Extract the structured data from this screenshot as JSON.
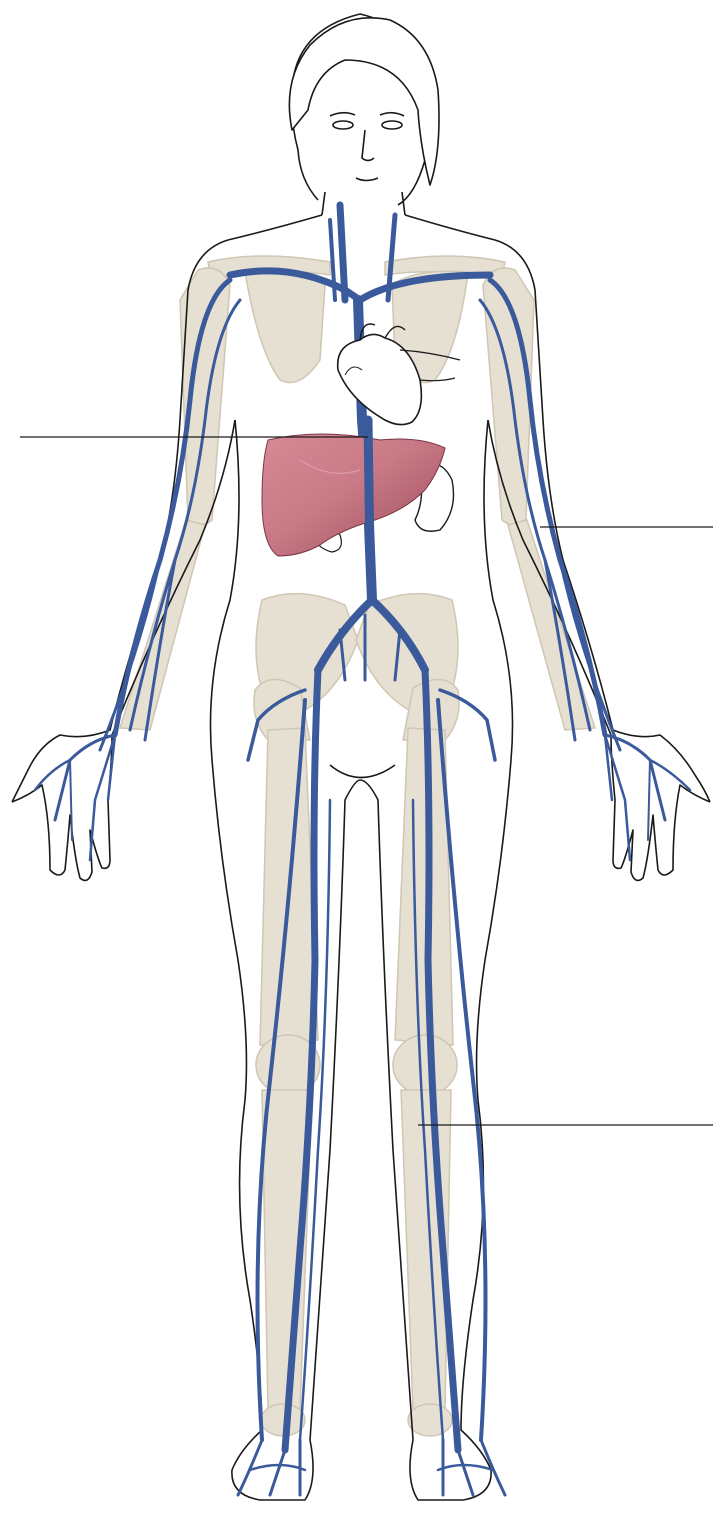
{
  "diagram": {
    "title": "",
    "labels": [
      {
        "id": "leader-liver",
        "text": ""
      },
      {
        "id": "leader-arm",
        "text": ""
      },
      {
        "id": "leader-leg",
        "text": ""
      }
    ],
    "colors": {
      "vein": "#3a5a9c",
      "vein_dark": "#243f77",
      "bone": "#e6e0d3",
      "bone_edge": "#cfc6b3",
      "skin_outline": "#1a1a1a",
      "liver": "#c97a86",
      "liver_dark": "#9e4c5b",
      "heart": "#ffffff"
    },
    "icons": [
      "human-figure-icon",
      "heart-icon",
      "liver-icon",
      "kidney-icon"
    ]
  }
}
